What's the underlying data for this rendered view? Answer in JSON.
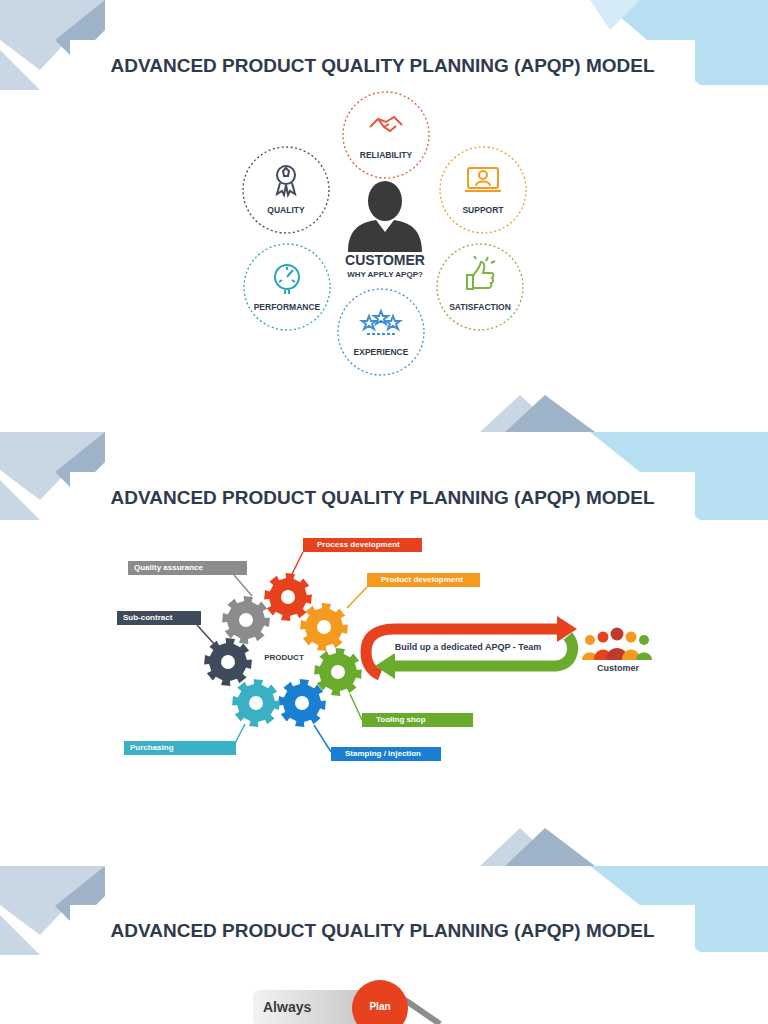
{
  "diagram": {
    "title": "ADVANCED PRODUCT QUALITY PLANNING (APQP) MODEL",
    "nodes": [
      {
        "text": [
          "RELIABILITY"
        ]
      },
      {
        "text": [
          "QUALITY"
        ]
      },
      {
        "text": [
          "SUPPORT"
        ]
      },
      {
        "text": [
          "PERFORMANCE"
        ]
      },
      {
        "text": [
          "SATISFACTION"
        ]
      },
      {
        "text": [
          "EXPERIENCE"
        ]
      },
      {
        "text": [
          "Process development"
        ]
      },
      {
        "text": [
          "Quality assurance"
        ]
      },
      {
        "text": [
          "Product development"
        ]
      },
      {
        "text": [
          "Sub-contract"
        ]
      },
      {
        "text": [
          "Tooling shop"
        ]
      },
      {
        "text": [
          "Purchasing"
        ]
      },
      {
        "text": [
          "Stamping / Injection"
        ]
      },
      {
        "text": [
          "Always"
        ]
      },
      {
        "text": [
          "Plan"
        ]
      }
    ],
    "labels": [
      "CUSTOMER",
      "WHY APPLY APQP?",
      "ADVANCED PRODUCT QUALITY PLANNING (APQP) MODEL",
      "ADVANCED PRODUCT QUALITY PLANNING (APQP) MODEL",
      "PRODUCT",
      "Build up a dedicated APQP - Team",
      "Customer"
    ]
  }
}
